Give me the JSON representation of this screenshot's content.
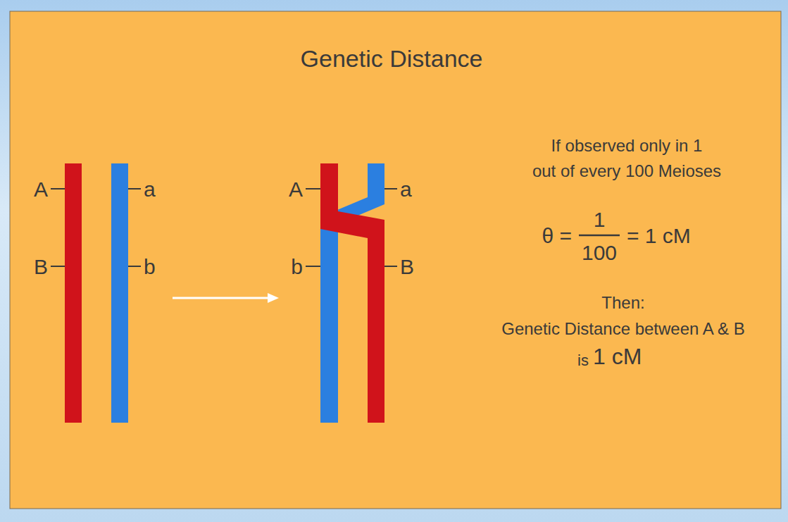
{
  "diagram": {
    "title": "Genetic Distance",
    "labels": [
      "A",
      "a",
      "B",
      "b",
      "A",
      "a",
      "b",
      "B",
      "If observed only in 1",
      "out of every 100 Meioses",
      "θ =",
      "1",
      "100",
      "= 1 cM",
      "Then:",
      "Genetic Distance between A & B",
      "is",
      "1 cM"
    ]
  }
}
